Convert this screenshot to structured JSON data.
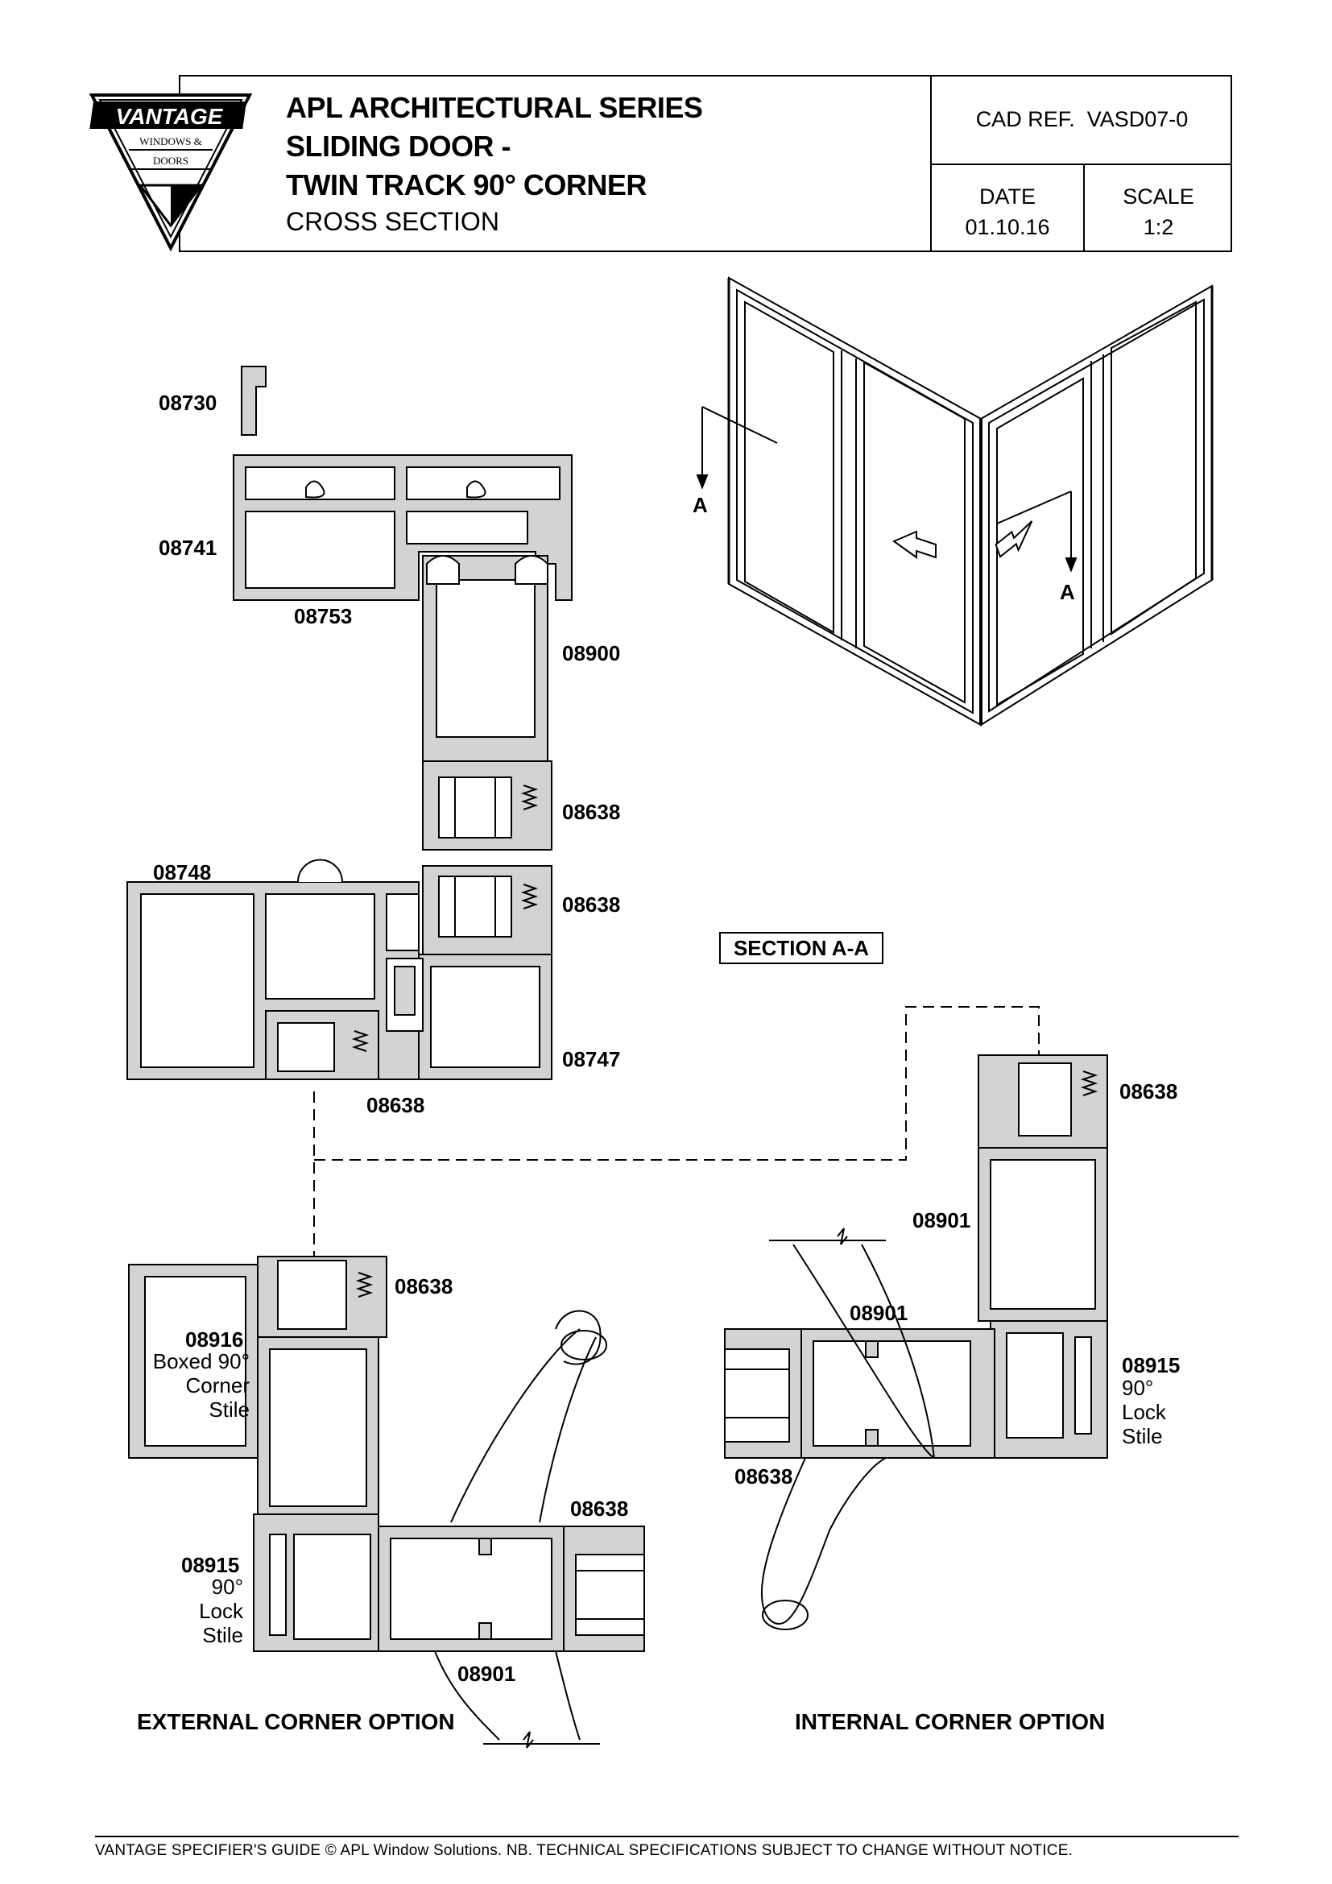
{
  "header": {
    "logo_text": "VANTAGE",
    "logo_sub1": "WINDOWS &",
    "logo_sub2": "DOORS",
    "title_line1": "APL ARCHITECTURAL SERIES",
    "title_line2": "SLIDING DOOR -",
    "title_line3": "TWIN TRACK 90° CORNER",
    "subtitle": "CROSS SECTION",
    "cad_ref_label": "CAD REF.",
    "cad_ref_value": "VASD07-0",
    "date_label": "DATE",
    "date_value": "01.10.16",
    "scale_label": "SCALE",
    "scale_value": "1:2"
  },
  "labels": {
    "p08730": "08730",
    "p08741": "08741",
    "p08753": "08753",
    "p08900": "08900",
    "p08638_a": "08638",
    "p08748": "08748",
    "p08638_b": "08638",
    "p08747": "08747",
    "p08638_c": "08638",
    "p08638_d": "08638",
    "p08901_a": "08901",
    "p08901_b": "08901",
    "p08915_int": "08915",
    "p08915_int_desc1": "90°",
    "p08915_int_desc2": "Lock",
    "p08915_int_desc3": "Stile",
    "p08638_e": "08638",
    "p08638_f": "08638",
    "p08916": "08916",
    "p08916_desc1": "Boxed 90°",
    "p08916_desc2": "Corner",
    "p08916_desc3": "Stile",
    "p08638_g": "08638",
    "p08915_ext": "08915",
    "p08915_ext_desc1": "90°",
    "p08915_ext_desc2": "Lock",
    "p08915_ext_desc3": "Stile",
    "p08901_c": "08901",
    "section_marker_a1": "A",
    "section_marker_a2": "A"
  },
  "section_title": "SECTION A-A",
  "captions": {
    "external": "EXTERNAL CORNER OPTION",
    "internal": "INTERNAL CORNER OPTION"
  },
  "footer": "VANTAGE SPECIFIER'S GUIDE  © APL Window Solutions. NB. TECHNICAL SPECIFICATIONS SUBJECT TO CHANGE WITHOUT NOTICE."
}
